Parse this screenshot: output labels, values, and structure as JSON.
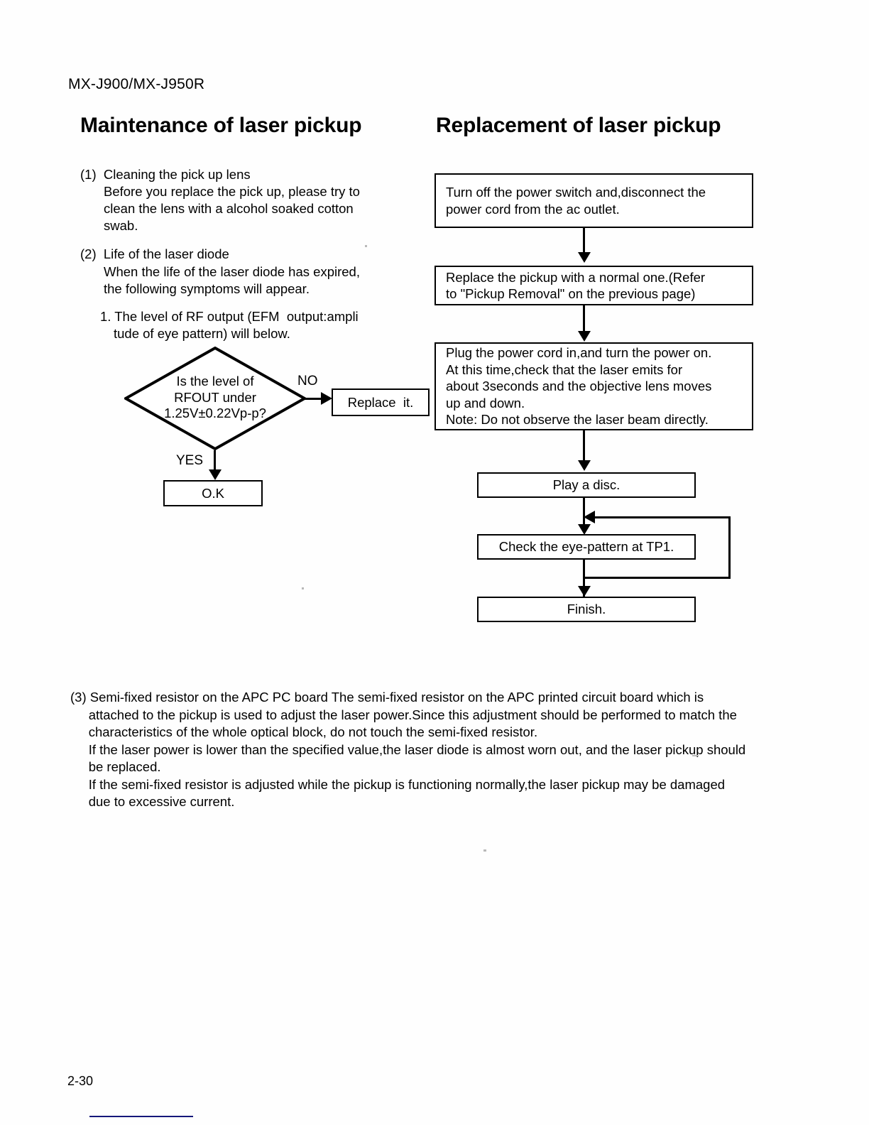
{
  "document": {
    "model_numbers": "MX-J900/MX-J950R",
    "page_number": "2-30"
  },
  "left_column": {
    "title": "Maintenance of laser pickup",
    "items": [
      {
        "marker": "(1)  Cleaning the pick up lens",
        "body": "Before you replace the pick up, please try to\nclean the lens with a alcohol soaked cotton\nswab."
      },
      {
        "marker": "(2)  Life of the laser diode",
        "body": "When the life of the laser diode has expired,\nthe following symptoms will appear."
      },
      {
        "marker": "1. The level of RF output (EFM  output:ampli",
        "body": "tude of eye pattern) will below."
      }
    ],
    "flowchart": {
      "decision": "Is the level of\nRFOUT under\n1.25V±0.22Vp-p?",
      "branch_no": "NO",
      "branch_yes": "YES",
      "box_replace": "Replace  it.",
      "box_ok": "O.K"
    }
  },
  "right_column": {
    "title": "Replacement of laser pickup",
    "flowchart": {
      "steps": [
        "Turn off the power switch and,disconnect the\npower cord from the ac outlet.",
        "Replace the pickup with a normal one.(Refer\nto \"Pickup Removal\" on the previous page)",
        "Plug the power cord in,and turn the power on.\nAt this time,check that the laser emits for\nabout 3seconds and the objective lens moves\nup and down.\nNote: Do not observe the laser beam directly.",
        "Play a disc.",
        "Check the eye-pattern at TP1.",
        "Finish."
      ]
    }
  },
  "bottom_note": {
    "text": "(3) Semi-fixed resistor on the APC PC board The semi-fixed resistor on the APC printed circuit board which is\n     attached to the pickup is used to adjust the laser power.Since this adjustment should be performed to match the\n     characteristics of the whole optical block, do not touch the semi-fixed resistor.\n     If the laser power is lower than the specified value,the laser diode is almost worn out, and the laser pickup should\n     be replaced.\n     If the semi-fixed resistor is adjusted while the pickup is functioning normally,the laser pickup may be damaged\n     due to excessive current."
  },
  "colors": {
    "ink": "#000000",
    "footer_rule": "#15177a",
    "paper": "#fefefe"
  }
}
